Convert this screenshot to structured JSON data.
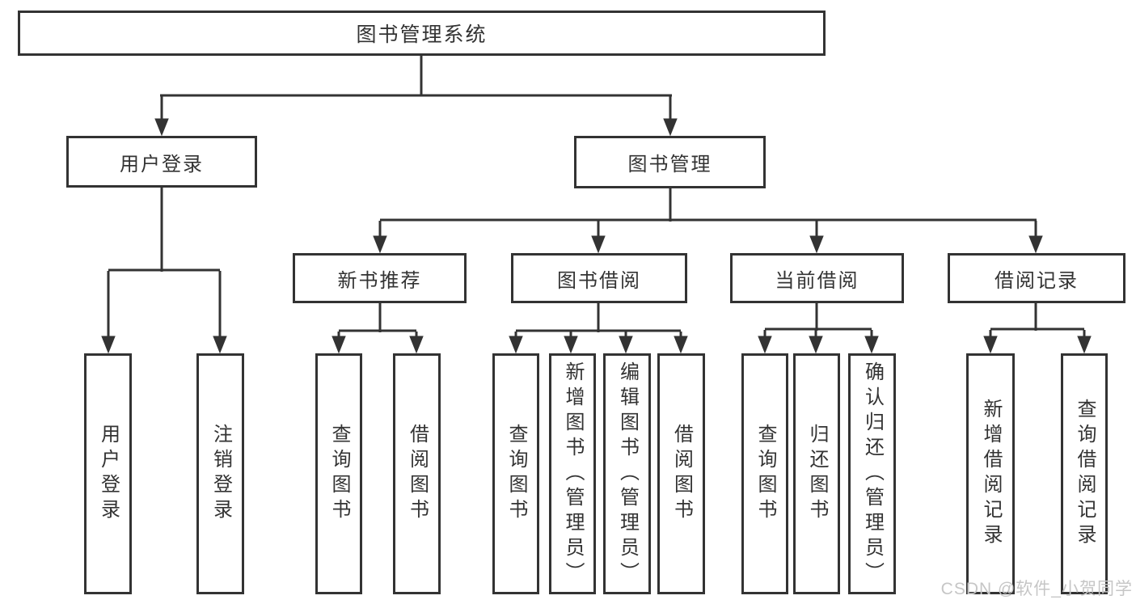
{
  "tree": {
    "root": {
      "label": "图书管理系统"
    },
    "level2": [
      {
        "label": "用户登录",
        "children": [
          {
            "label": "用户登录"
          },
          {
            "label": "注销登录"
          }
        ]
      },
      {
        "label": "图书管理",
        "children": [
          {
            "label": "新书推荐",
            "children": [
              {
                "label": "查询图书"
              },
              {
                "label": "借阅图书"
              }
            ]
          },
          {
            "label": "图书借阅",
            "children": [
              {
                "label": "查询图书"
              },
              {
                "label": "新增图书（管理员）"
              },
              {
                "label": "编辑图书（管理员）"
              },
              {
                "label": "借阅图书"
              }
            ]
          },
          {
            "label": "当前借阅",
            "children": [
              {
                "label": "查询图书"
              },
              {
                "label": "归还图书"
              },
              {
                "label": "确认归还（管理员）"
              }
            ]
          },
          {
            "label": "借阅记录",
            "children": [
              {
                "label": "新增借阅记录"
              },
              {
                "label": "查询借阅记录"
              }
            ]
          }
        ]
      }
    ]
  },
  "watermark": {
    "text": "CSDN @软件_小贺同学"
  },
  "colors": {
    "line": "#333333",
    "text": "#333333",
    "watermark": "#c6c6c6",
    "background": "#ffffff"
  }
}
